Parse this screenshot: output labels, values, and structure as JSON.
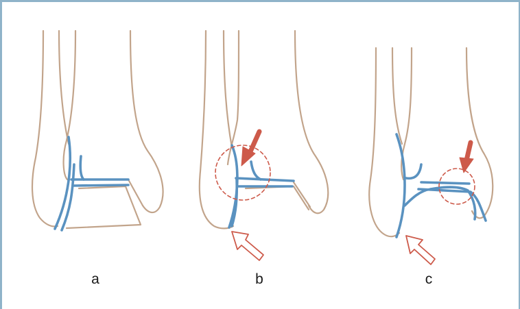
{
  "colors": {
    "bone": "#c2a48b",
    "fracture": "#5a92c0",
    "arrow": "#cd5a4a",
    "frame": "#8fb3c9"
  },
  "panels": [
    {
      "label": "a"
    },
    {
      "label": "b"
    },
    {
      "label": "c"
    }
  ]
}
